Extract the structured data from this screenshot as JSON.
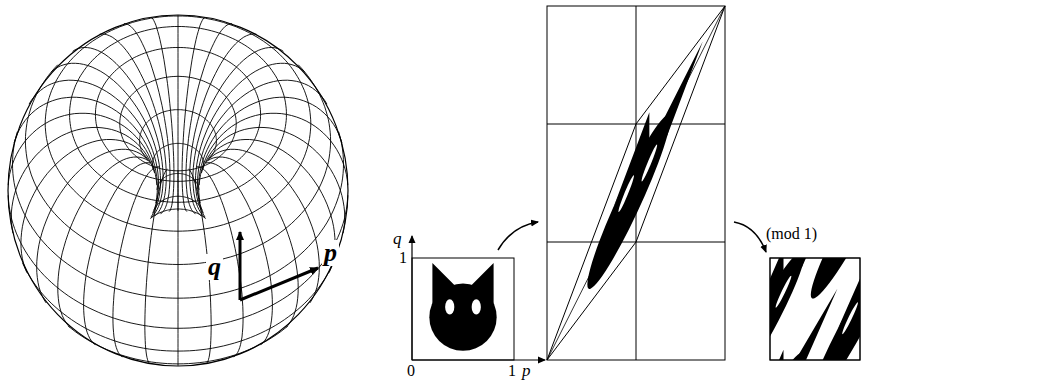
{
  "diagram": {
    "labels": [
      "q",
      "p",
      "q",
      "1",
      "0",
      "1",
      "p",
      "(mod 1)"
    ]
  }
}
